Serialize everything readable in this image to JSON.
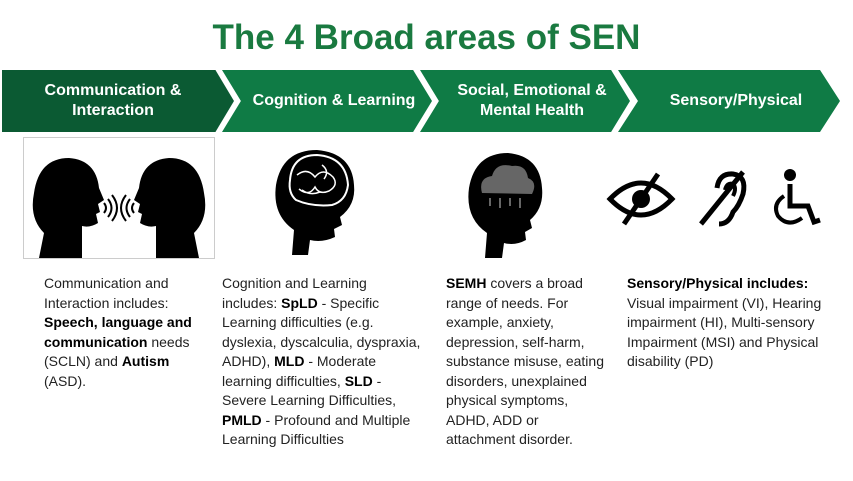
{
  "title": "The 4 Broad areas of SEN",
  "areas": [
    {
      "label": "Communication & Interaction",
      "text": {
        "t1": "Communication and Interaction includes: ",
        "b1": "Speech, language and communication",
        "t2": " needs (SCLN) and ",
        "b2": "Autism",
        "t3": " (ASD)."
      }
    },
    {
      "label": "Cognition & Learning",
      "text": {
        "t1": "Cognition and Learning includes: ",
        "b1": "SpLD",
        "t2": " - Specific Learning difficulties (e.g. dyslexia, dyscalculia, dyspraxia, ADHD), ",
        "b2": "MLD",
        "t3": " - Moderate learning difficulties, ",
        "b3": "SLD",
        "t4": " - Severe Learning Difficulties, ",
        "b4": "PMLD",
        "t5": " - Profound and Multiple Learning Difficulties"
      }
    },
    {
      "label": "Social, Emotional & Mental Health",
      "text": {
        "b1": "SEMH",
        "t1": " covers a broad range of needs. For example, anxiety, depression, self-harm, substance misuse, eating disorders, unexplained physical symptoms, ADHD, ADD or attachment disorder."
      }
    },
    {
      "label": "Sensory/Physical",
      "text": {
        "b1": "Sensory/Physical includes:",
        "t1": " Visual impairment (VI), Hearing impairment (HI), Multi-sensory Impairment (MSI) and Physical disability (PD)"
      }
    }
  ],
  "colors": {
    "title": "#1a7a40",
    "dark": "#0b5a33",
    "green": "#0f7b45"
  }
}
